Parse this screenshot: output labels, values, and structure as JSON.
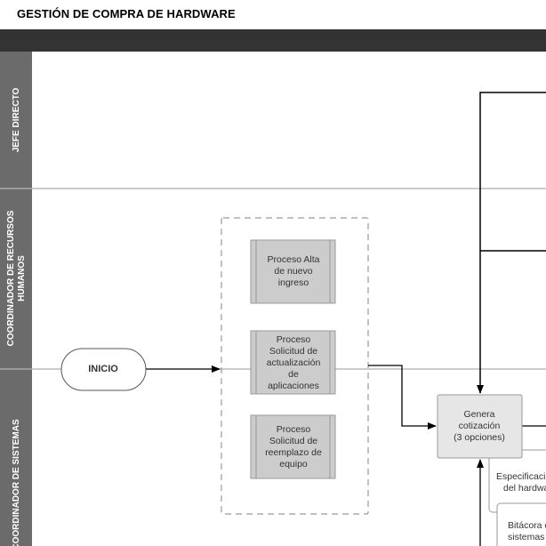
{
  "title": "GESTIÓN DE COMPRA DE HARDWARE",
  "lanes": [
    {
      "label_lines": [
        "JEFE DIRECTO"
      ]
    },
    {
      "label_lines": [
        "COORDINADOR DE RECURSOS",
        "HUMANOS"
      ]
    },
    {
      "label_lines": [
        "COORDINADOR DE SISTEMAS"
      ]
    }
  ],
  "start": {
    "label": "INICIO"
  },
  "subprocesses": [
    {
      "lines": [
        "Proceso Alta",
        "de nuevo",
        "ingreso"
      ]
    },
    {
      "lines": [
        "Proceso",
        "Solicitud de",
        "actualización",
        "de",
        "aplicaciones"
      ]
    },
    {
      "lines": [
        "Proceso",
        "Solicitud de",
        "reemplazo de",
        "equipo"
      ]
    }
  ],
  "tasks": [
    {
      "lines": [
        "Genera",
        "cotización",
        "(3 opciones)"
      ]
    }
  ],
  "documents": [
    {
      "lines": [
        "Especificaci",
        "del hardwa"
      ]
    },
    {
      "lines": [
        "Bitácora c",
        "sistemas"
      ]
    }
  ],
  "colors": {
    "header_bar": "#333333",
    "lane_header": "#6b6b6b",
    "subprocess_fill": "#cccccc",
    "task_fill": "#e6e6e6",
    "border": "#999999"
  }
}
